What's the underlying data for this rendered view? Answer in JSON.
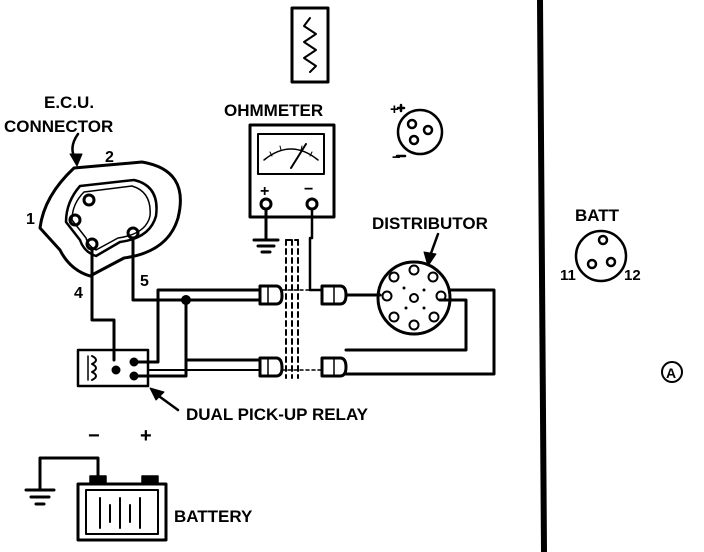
{
  "labels": {
    "ecu_line1": "E.C.U.",
    "ecu_line2": "CONNECTOR",
    "ohmmeter": "OHMMETER",
    "distributor": "DISTRIBUTOR",
    "batt": "BATT",
    "relay": "DUAL PICK-UP RELAY",
    "battery": "BATTERY",
    "pin1": "1",
    "pin2": "2",
    "pin4": "4",
    "pin5": "5",
    "batt_pin11": "11",
    "batt_pin12": "12",
    "meter_plus": "+",
    "meter_minus": "−",
    "plug_plus": "+",
    "plug_minus": "−",
    "battery_minus": "−",
    "battery_plus": "+",
    "figure_tag": "A"
  }
}
